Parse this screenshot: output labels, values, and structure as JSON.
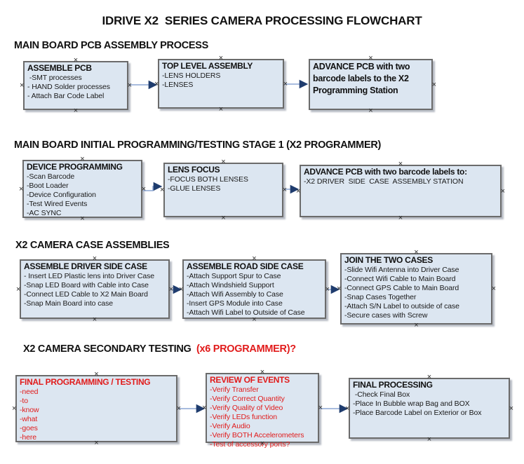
{
  "page_title": "IDRIVE X2  SERIES CAMERA PROCESSING FLOWCHART",
  "colors": {
    "box_fill": "#dce6f1",
    "box_border": "#6b6b6b",
    "red_text": "#e11b1b",
    "connector_line": "#8ca6d4",
    "connector_arrow": "#1f3c6e"
  },
  "connection_point_glyph": "×",
  "sections": [
    {
      "heading": "MAIN BOARD PCB ASSEMBLY PROCESS",
      "boxes": [
        {
          "title": "ASSEMBLE PCB",
          "items": [
            " -SMT processes",
            "- HAND Solder processes",
            "- Attach Bar Code Label"
          ]
        },
        {
          "title": "TOP LEVEL ASSEMBLY",
          "items": [
            "-LENS HOLDERS",
            "-LENSES"
          ]
        },
        {
          "title": "ADVANCE PCB with two barcode labels to the  X2 Programming Station",
          "items": []
        }
      ]
    },
    {
      "heading": "MAIN BOARD INITIAL PROGRAMMING/TESTING STAGE 1 (X2 PROGRAMMER)",
      "boxes": [
        {
          "title": "DEVICE PROGRAMMING",
          "items": [
            "-Scan Barcode",
            "-Boot Loader",
            "-Device Configuration",
            "-Test Wired Events",
            "-AC SYNC"
          ]
        },
        {
          "title": "LENS FOCUS",
          "items": [
            "-FOCUS BOTH LENSES",
            "-GLUE LENSES"
          ]
        },
        {
          "title": "ADVANCE PCB with two barcode labels to:",
          "items": [
            "-X2 DRIVER  SIDE  CASE  ASSEMBLY STATION"
          ]
        }
      ]
    },
    {
      "heading": "X2 CAMERA CASE ASSEMBLIES",
      "boxes": [
        {
          "title": "ASSEMBLE DRIVER SIDE CASE",
          "items": [
            "- Insert LED Plastic lens into Driver Case",
            "-Snap LED Board with Cable into Case",
            "-Connect LED Cable to X2 Main Board",
            "-Snap Main Board into case"
          ]
        },
        {
          "title": "ASSEMBLE ROAD SIDE CASE",
          "items": [
            "-Attach Support Spur to Case",
            "-Attach Windshield Support",
            "-Attach Wifi Assembly to Case",
            "-Insert GPS Module into Case",
            "-Attach Wifi Label to Outside of Case"
          ]
        },
        {
          "title": "JOIN THE TWO CASES",
          "items": [
            "-Slide Wifi Antenna into Driver Case",
            "-Connect Wifi Cable to Main Board",
            "-Connect GPS Cable to Main Board",
            "-Snap Cases Together",
            "-Attach S/N Label to outside of case",
            "-Secure cases with Screw"
          ]
        }
      ]
    },
    {
      "heading_black": "X2 CAMERA SECONDARY TESTING ",
      "heading_red": " (x6 PROGRAMMER)?",
      "boxes": [
        {
          "title": "FINAL PROGRAMMING / TESTING",
          "items": [
            "-need",
            "-to",
            "-know",
            "-what",
            "-goes",
            "-here"
          ]
        },
        {
          "title": "REVIEW OF EVENTS",
          "items": [
            "-Verify Transfer",
            "-Verify Correct Quantity",
            "-Verify Quality of Video",
            "-Verify LEDs function",
            "-Verify Audio",
            "-Verify BOTH Accelerometers",
            "-Test of accessory ports?"
          ]
        },
        {
          "title": "FINAL PROCESSING",
          "items": [
            " -Check Final Box",
            "-Place In Bubble wrap Bag and BOX",
            "-Place Barcode Label on Exterior or Box"
          ]
        }
      ]
    }
  ]
}
